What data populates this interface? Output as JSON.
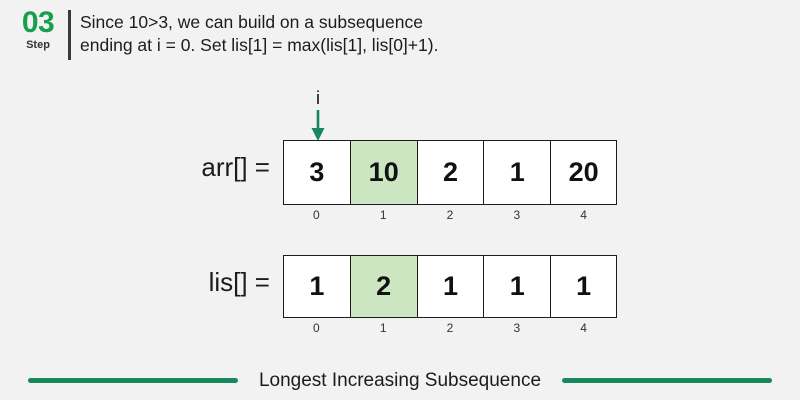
{
  "page": {
    "background_color": "#f2f2f2",
    "accent_green": "#17a04a",
    "footer_line_color": "#17885c",
    "highlight_color": "#cbe6c0"
  },
  "header": {
    "step_number": "03",
    "step_word": "Step",
    "line1": "Since 10>3, we can build on a subsequence",
    "line2": "ending at i = 0. Set lis[1] = max(lis[1], lis[0]+1)."
  },
  "pointer": {
    "label": "i",
    "target_index": 1,
    "icon": "down-arrow-icon"
  },
  "arrays": [
    {
      "name": "arr",
      "label": "arr[] =",
      "values": [
        "3",
        "10",
        "2",
        "1",
        "20"
      ],
      "indices": [
        "0",
        "1",
        "2",
        "3",
        "4"
      ],
      "highlighted_index": 1
    },
    {
      "name": "lis",
      "label": "lis[] =",
      "values": [
        "1",
        "2",
        "1",
        "1",
        "1"
      ],
      "indices": [
        "0",
        "1",
        "2",
        "3",
        "4"
      ],
      "highlighted_index": 1
    }
  ],
  "footer": {
    "title": "Longest Increasing Subsequence"
  }
}
